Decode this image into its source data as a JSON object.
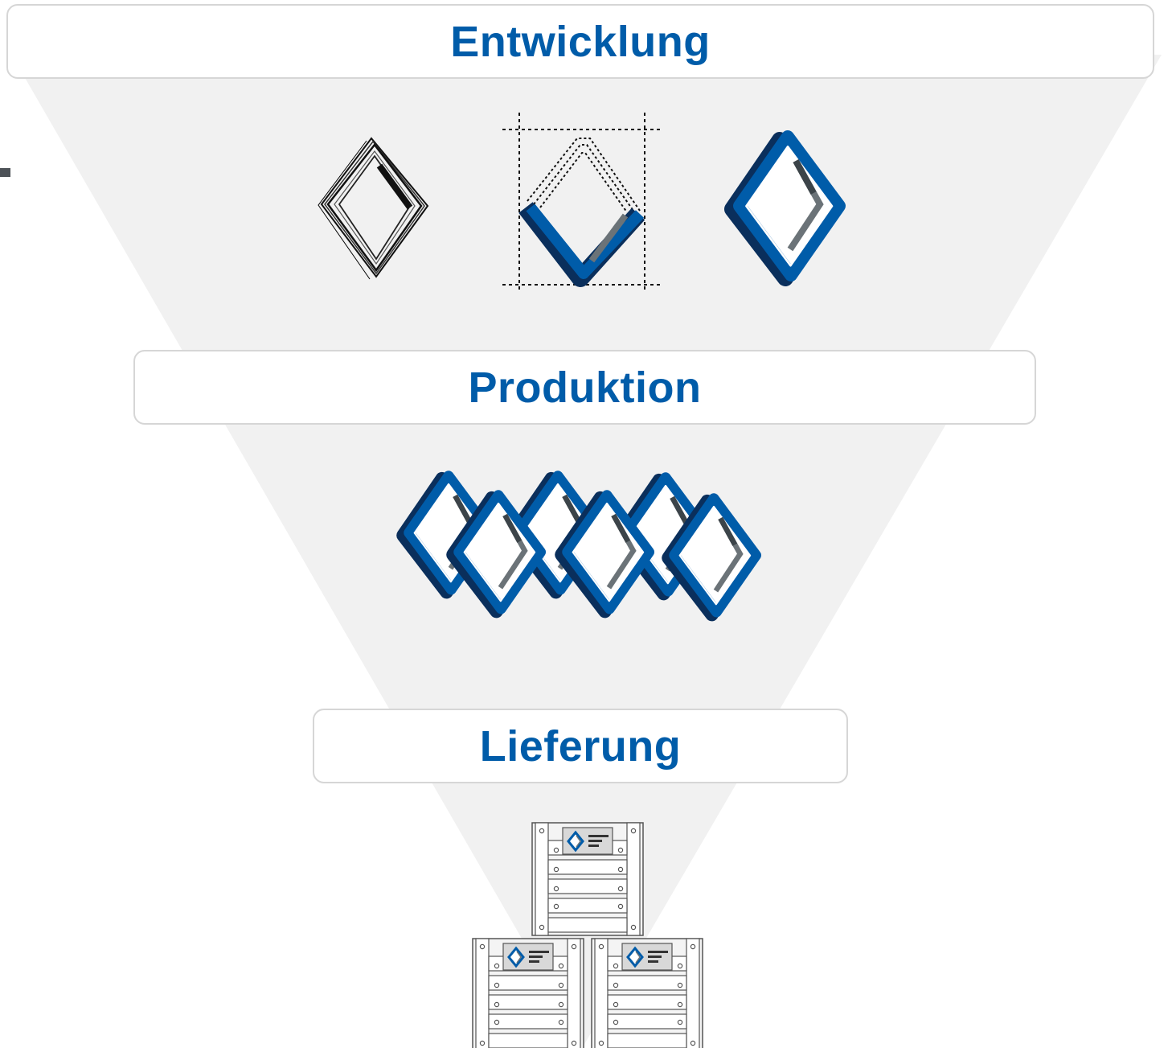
{
  "stages": [
    {
      "id": "development",
      "label": "Entwicklung",
      "illustration": "logo-design-steps"
    },
    {
      "id": "production",
      "label": "Produktion",
      "illustration": "repeated-logo-stack"
    },
    {
      "id": "delivery",
      "label": "Lieferung",
      "illustration": "shipping-crates"
    }
  ],
  "colors": {
    "accent_blue": "#005ca9",
    "dark_blue": "#0a2f5c",
    "grey": "#6b7378",
    "funnel": "#f1f1f1",
    "box_border": "#d6d6d6"
  },
  "icons": [
    "sketch-diamond-icon",
    "construction-diamond-icon",
    "finished-diamond-icon",
    "diamond-stack-icon",
    "crate-icon"
  ]
}
